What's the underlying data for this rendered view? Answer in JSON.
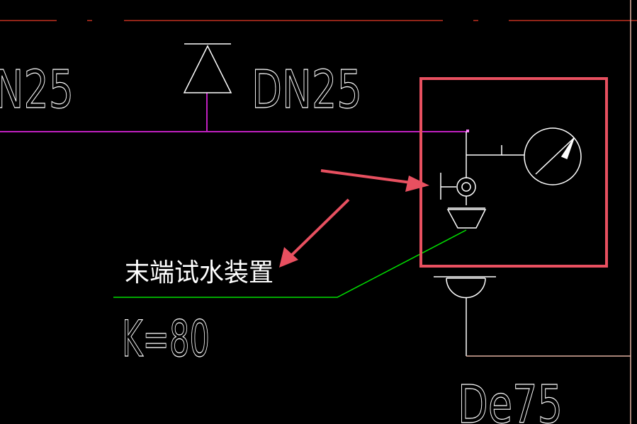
{
  "colors": {
    "background": "#000000",
    "stroke": "#ffffff",
    "pipe": "#c020c0",
    "pipe_light": "#ff80ff",
    "leader": "#00e000",
    "border": "#c03020",
    "highlight": "#e85060",
    "wall": "#e0b0a0"
  },
  "labels": {
    "pipe_left": "N25",
    "pipe_right": "DN25",
    "device_name": "末端试水装置",
    "k_value": "K=80",
    "drain": "De75"
  },
  "icons": {
    "valve": "triangle-valve-symbol",
    "gauge": "pressure-gauge-symbol",
    "nozzle": "test-nozzle-symbol",
    "funnel": "drain-funnel-symbol"
  }
}
